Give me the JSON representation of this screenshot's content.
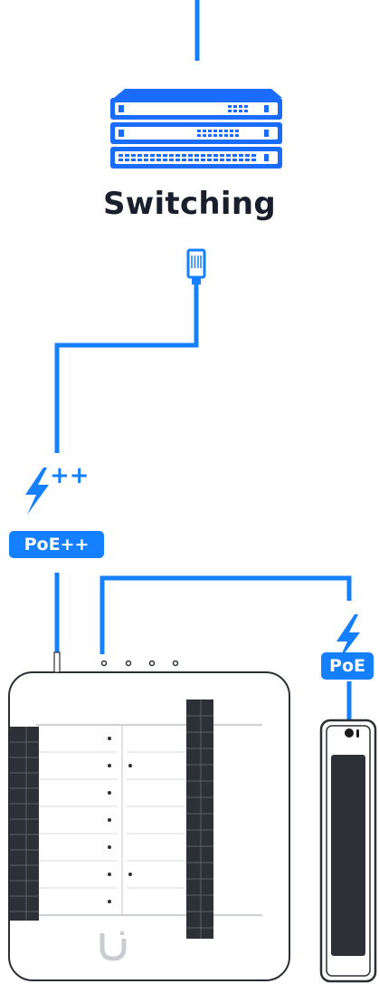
{
  "diagram": {
    "switch_label": "Switching",
    "poe_plus_badge": "PoE++",
    "poe_badge": "PoE",
    "power_plus_marks": "++"
  },
  "colors": {
    "accent": "#1580ff",
    "switch_blue": "#1a6cff",
    "text_dark": "#1a1f2e",
    "device_outline": "#2b2f36",
    "terminal_fill": "#2d3036"
  },
  "icons": [
    "switch-stack-icon",
    "rj45-connector-icon",
    "lightning-bolt-icon",
    "ubiquiti-logo-icon",
    "access-reader-icon"
  ]
}
